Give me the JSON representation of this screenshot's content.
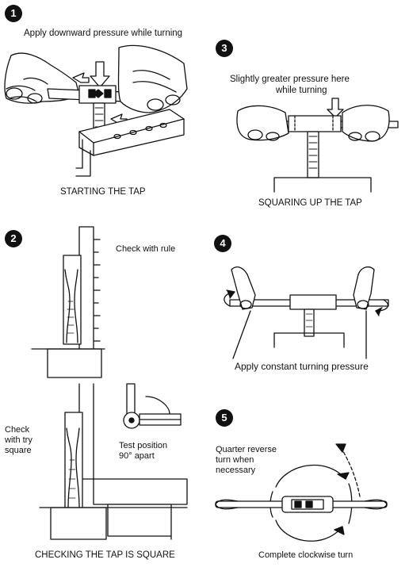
{
  "panel1": {
    "number": "1",
    "instruction": "Apply downward pressure while turning",
    "caption": "STARTING THE TAP"
  },
  "panel2": {
    "number": "2",
    "check_rule": "Check with rule",
    "check_square": [
      "Check",
      "with try",
      "square"
    ],
    "test_position": [
      "Test position",
      "90° apart"
    ],
    "caption": "CHECKING THE TAP IS SQUARE"
  },
  "panel3": {
    "number": "3",
    "pressure_note": [
      "Slightly greater pressure here",
      "while turning"
    ],
    "caption": "SQUARING UP THE TAP"
  },
  "panel4": {
    "number": "4",
    "caption": "Apply constant turning pressure"
  },
  "panel5": {
    "number": "5",
    "reverse_note": [
      "Quarter reverse",
      "turn when",
      "necessary"
    ],
    "caption": "Complete clockwise turn"
  }
}
